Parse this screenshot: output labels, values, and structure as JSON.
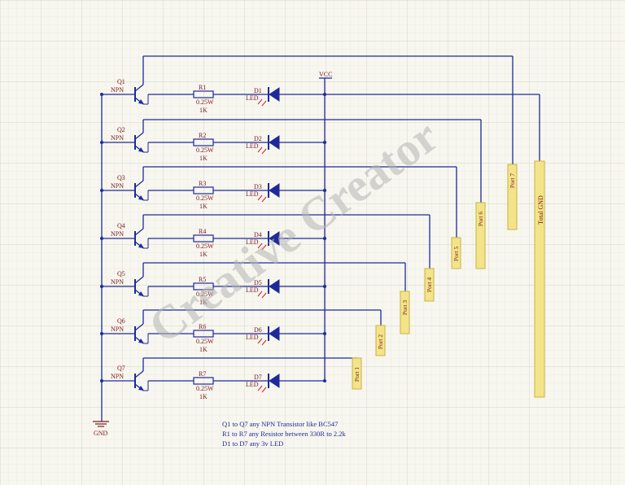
{
  "colors": {
    "background": "#f7f6ef",
    "grid": "#dcdcd3",
    "wire": "#1f2a9a",
    "label": "#7a1a1a",
    "port_fill": "#f3e48a",
    "port_stroke": "#c9b340",
    "watermark": "#b9b9b9"
  },
  "watermark": "Creative Creator",
  "vcc_label": "VCC",
  "gnd_label": "GND",
  "channels": [
    {
      "q": "Q1",
      "type": "NPN",
      "r": "R1",
      "power": "0.25W",
      "value": "1K",
      "d": "D1",
      "led": "LED",
      "port": "Port 7"
    },
    {
      "q": "Q2",
      "type": "NPN",
      "r": "R2",
      "power": "0.25W",
      "value": "1K",
      "d": "D2",
      "led": "LED",
      "port": "Port 6"
    },
    {
      "q": "Q3",
      "type": "NPN",
      "r": "R3",
      "power": "0.25W",
      "value": "1K",
      "d": "D3",
      "led": "LED",
      "port": "Port 5"
    },
    {
      "q": "Q4",
      "type": "NPN",
      "r": "R4",
      "power": "0.25W",
      "value": "1K",
      "d": "D4",
      "led": "LED",
      "port": "Port 4"
    },
    {
      "q": "Q5",
      "type": "NPN",
      "r": "R5",
      "power": "0.25W",
      "value": "1K",
      "d": "D5",
      "led": "LED",
      "port": "Port 3"
    },
    {
      "q": "Q6",
      "type": "NPN",
      "r": "R6",
      "power": "0.25W",
      "value": "1K",
      "d": "D6",
      "led": "LED",
      "port": "Port 2"
    },
    {
      "q": "Q7",
      "type": "NPN",
      "r": "R7",
      "power": "0.25W",
      "value": "1K",
      "d": "D7",
      "led": "LED",
      "port": "Port 1"
    }
  ],
  "total_gnd_label": "Total GND",
  "notes": [
    "Q1 to Q7 any NPN Transistor like BC547",
    "R1 to R7 any Resistor between 330R to 2.2k",
    "D1 to D7 any 3v LED"
  ]
}
